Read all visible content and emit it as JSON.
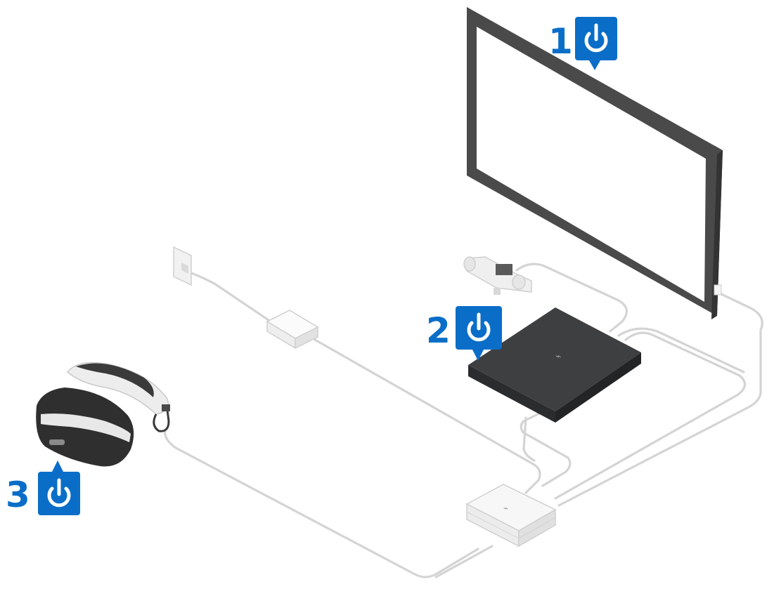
{
  "steps": [
    {
      "number": "1",
      "device": "tv",
      "icon": "power-icon"
    },
    {
      "number": "2",
      "device": "ps4",
      "icon": "power-icon"
    },
    {
      "number": "3",
      "device": "vr-headset",
      "icon": "power-icon"
    }
  ],
  "colors": {
    "accent": "#0a6ec8",
    "tv_frame": "#4a4a4a",
    "console": "#3e3f41",
    "cable": "#d4d4d4",
    "processor": "#f2f2f2"
  }
}
